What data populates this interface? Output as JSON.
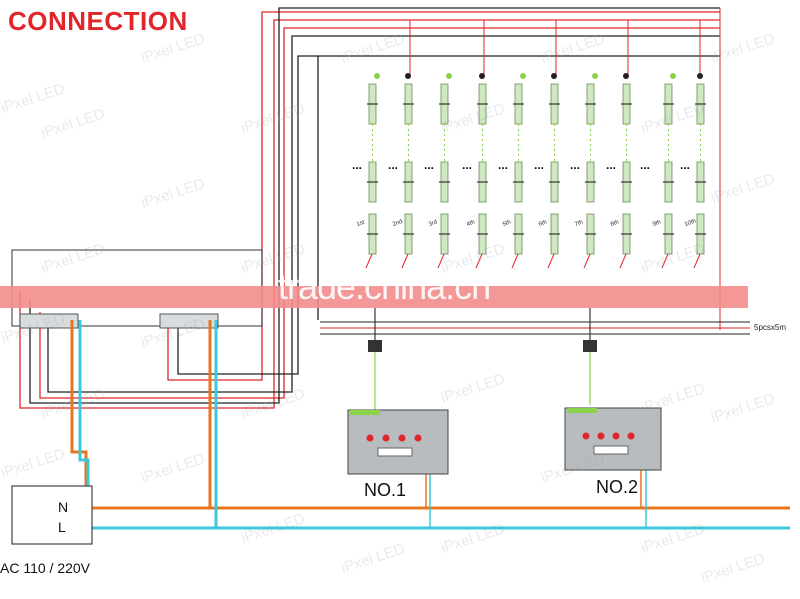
{
  "title": "CONNECTION",
  "watermark": "iPxel LED",
  "banner_text": "trade.china.cn",
  "controllers": [
    {
      "label": "NO.1"
    },
    {
      "label": "NO.2"
    }
  ],
  "power": {
    "n_label": "N",
    "l_label": "L",
    "ac_label": "AC 110 / 220V"
  },
  "strip_spec": "5pcsx5m",
  "tube_labels": [
    "1st",
    "2nd",
    "3rd",
    "4th",
    "5th",
    "6th",
    "7th",
    "8th",
    "9th",
    "10th"
  ],
  "ellipsis": "...",
  "colors": {
    "title": "#e0262b",
    "red_wire": "#e0262b",
    "black_wire": "#222222",
    "neutral_wire": "#e8761e",
    "live_wire": "#3cc8dc",
    "signal_wire": "#8ad24a",
    "banner": "#f28c8c"
  }
}
